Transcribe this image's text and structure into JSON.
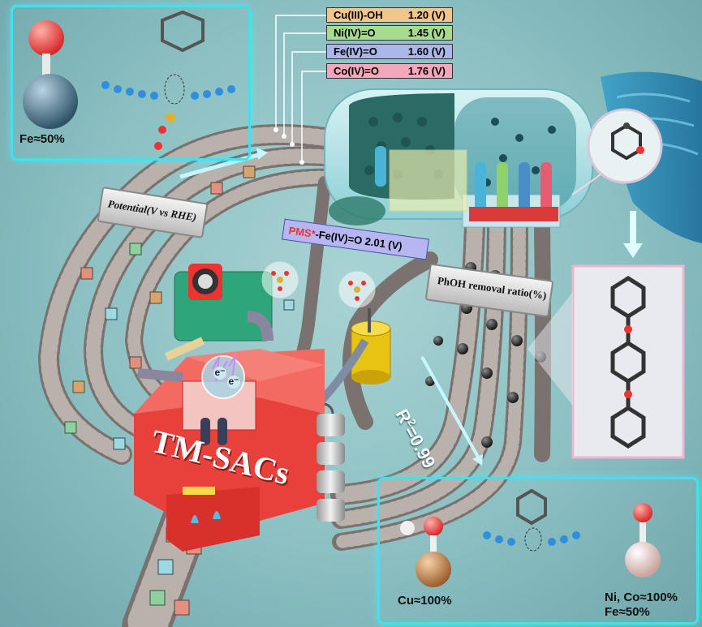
{
  "potentials": [
    {
      "species": "Cu(III)-OH",
      "value": "1.20 (V)",
      "color": "#f2c48e"
    },
    {
      "species": "Ni(IV)=O",
      "value": "1.45 (V)",
      "color": "#a7dc8f"
    },
    {
      "species": "Fe(IV)=O",
      "value": "1.60 (V)",
      "color": "#aab7e8"
    },
    {
      "species": "Co(IV)=O",
      "value": "1.76 (V)",
      "color": "#f2a8b8"
    }
  ],
  "pms_label": {
    "prefix": "PMS*",
    "rest": "-Fe(IV)=O  2.01 (V)"
  },
  "signs": {
    "potential": "Potential(V vs RHE)",
    "removal": "PhOH removal ratio(%)"
  },
  "factory_label": "TM-SACs",
  "electron": "e⁻",
  "r2": {
    "base": "R",
    "sup": "2",
    "rest": "=0.99"
  },
  "insets": {
    "top_left": "Fe≈50%",
    "bottom_left": "Cu≈100%",
    "bottom_right_1": "Ni, Co≈100%",
    "bottom_right_2": "Fe≈50%"
  },
  "colors": {
    "panel_border": "#3fe3ef",
    "factory": "#e8413b",
    "belt": "#8a8380"
  }
}
